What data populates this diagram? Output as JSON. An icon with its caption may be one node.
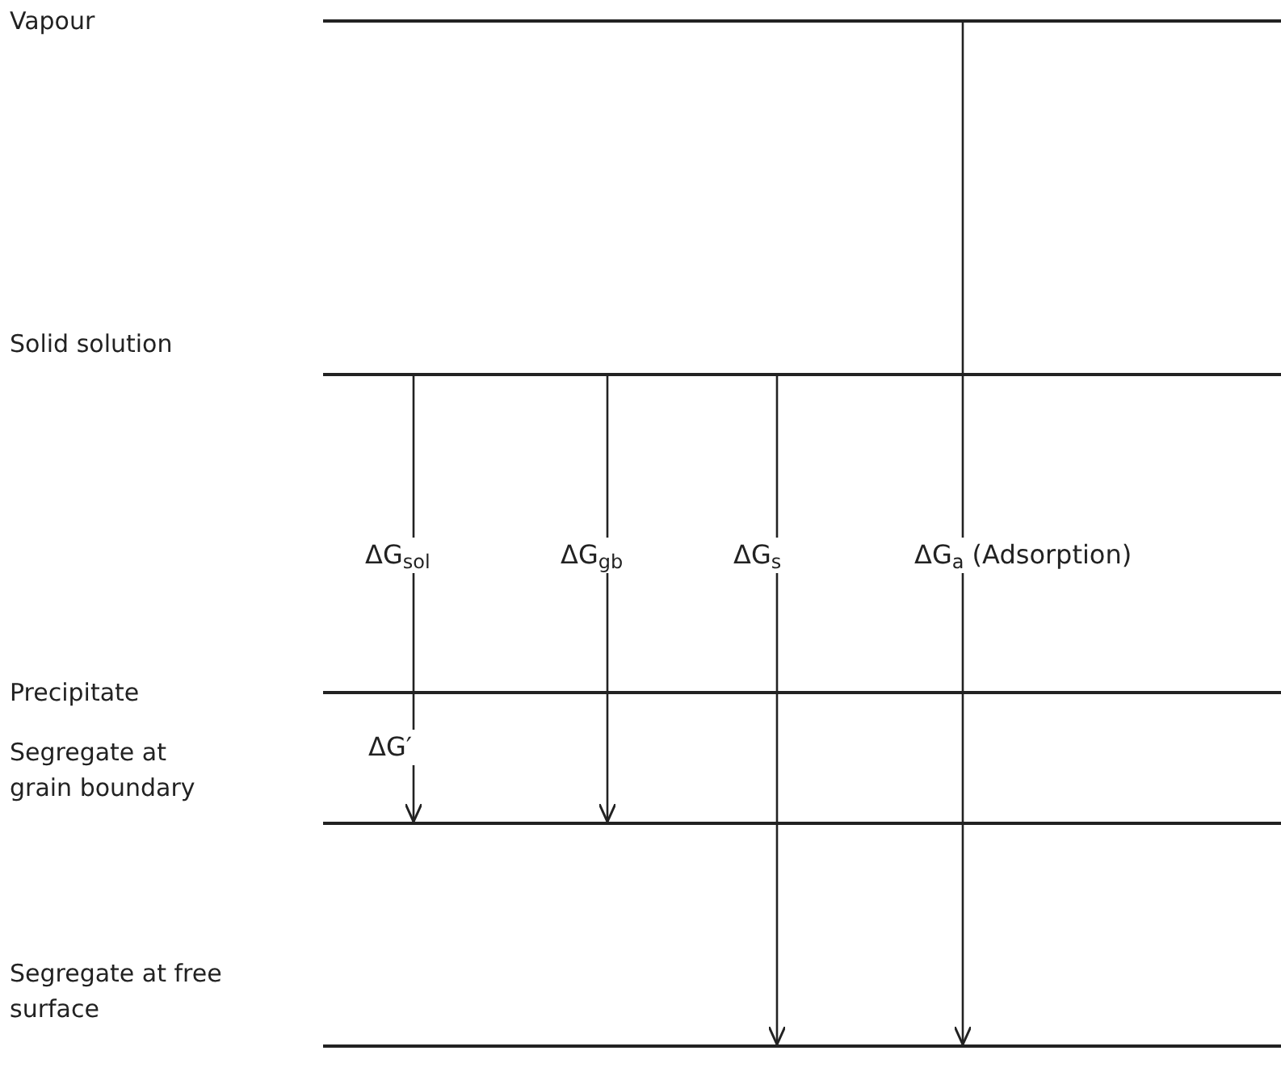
{
  "diagram": {
    "nodes": [
      {
        "text": [],
        "shape": "bar"
      },
      {
        "text": [],
        "shape": "bar"
      },
      {
        "text": [],
        "shape": "bar"
      },
      {
        "text": [],
        "shape": "bar"
      },
      {
        "text": [],
        "shape": "bar"
      }
    ],
    "edges": [
      {
        "from": 1,
        "to": 2,
        "arrow": "none",
        "label": "ΔG$_{sol}$"
      },
      {
        "from": 2,
        "to": 3,
        "arrow": "to",
        "label": "ΔG′"
      },
      {
        "from": 1,
        "to": 3,
        "arrow": "to",
        "label": "ΔG$_{gb}$"
      },
      {
        "from": 1,
        "to": 4,
        "arrow": "to",
        "label": "ΔG$_{s}$"
      },
      {
        "from": 0,
        "to": 4,
        "arrow": "to",
        "label": "ΔG$_{a}$ (Adsorption)"
      }
    ],
    "labels": [
      "Vapour",
      "Solid solution",
      "Precipitate",
      "Segregate at grain boundary",
      "Segregate at free surface"
    ]
  }
}
